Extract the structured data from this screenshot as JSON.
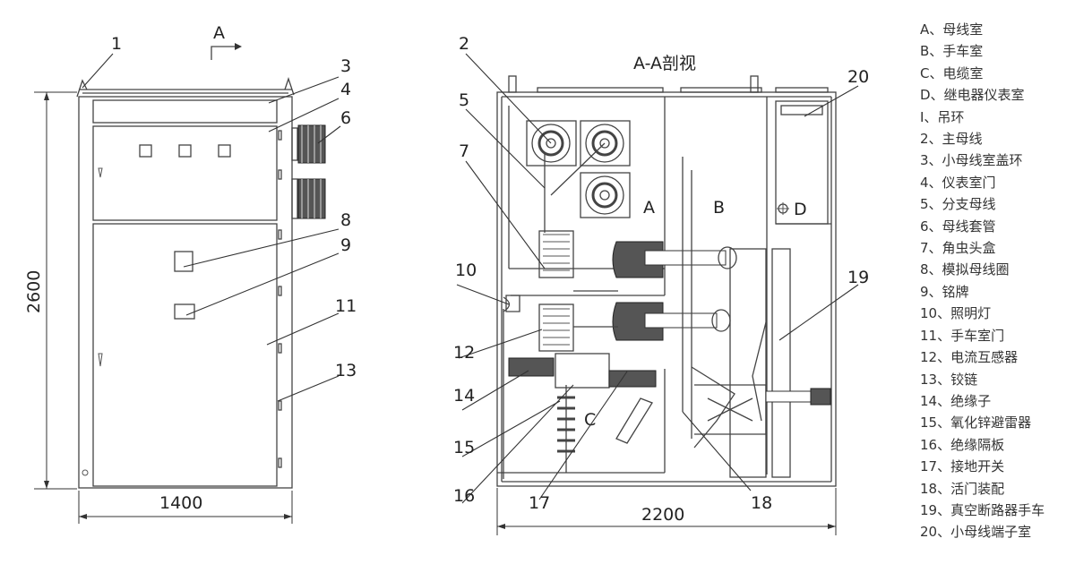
{
  "legend": [
    "A、母线室",
    "B、手车室",
    "C、电缆室",
    "D、继电器仪表室",
    "I、吊环",
    "2、主母线",
    "3、小母线室盖环",
    "4、仪表室门",
    "5、分支母线",
    "6、母线套管",
    "7、角虫头盒",
    "8、模拟母线圈",
    "9、铭牌",
    "10、照明灯",
    "11、手车室门",
    "12、电流互感器",
    "13、铰链",
    "14、绝缘子",
    "15、氧化锌避雷器",
    "16、绝缘隔板",
    "17、接地开关",
    "18、活门装配",
    "19、真空断路器手车",
    "20、小母线端子室"
  ],
  "front_view": {
    "section_mark": "A",
    "height_dim": "2600",
    "width_dim": "1400",
    "callouts": [
      "1",
      "3",
      "4",
      "6",
      "8",
      "9",
      "11",
      "13"
    ]
  },
  "section_view": {
    "title": "A-A剖视",
    "width_dim": "2200",
    "compartments": [
      "A",
      "B",
      "C",
      "D"
    ],
    "callouts": [
      "2",
      "5",
      "7",
      "10",
      "12",
      "14",
      "15",
      "16",
      "17",
      "18",
      "19",
      "20"
    ]
  }
}
